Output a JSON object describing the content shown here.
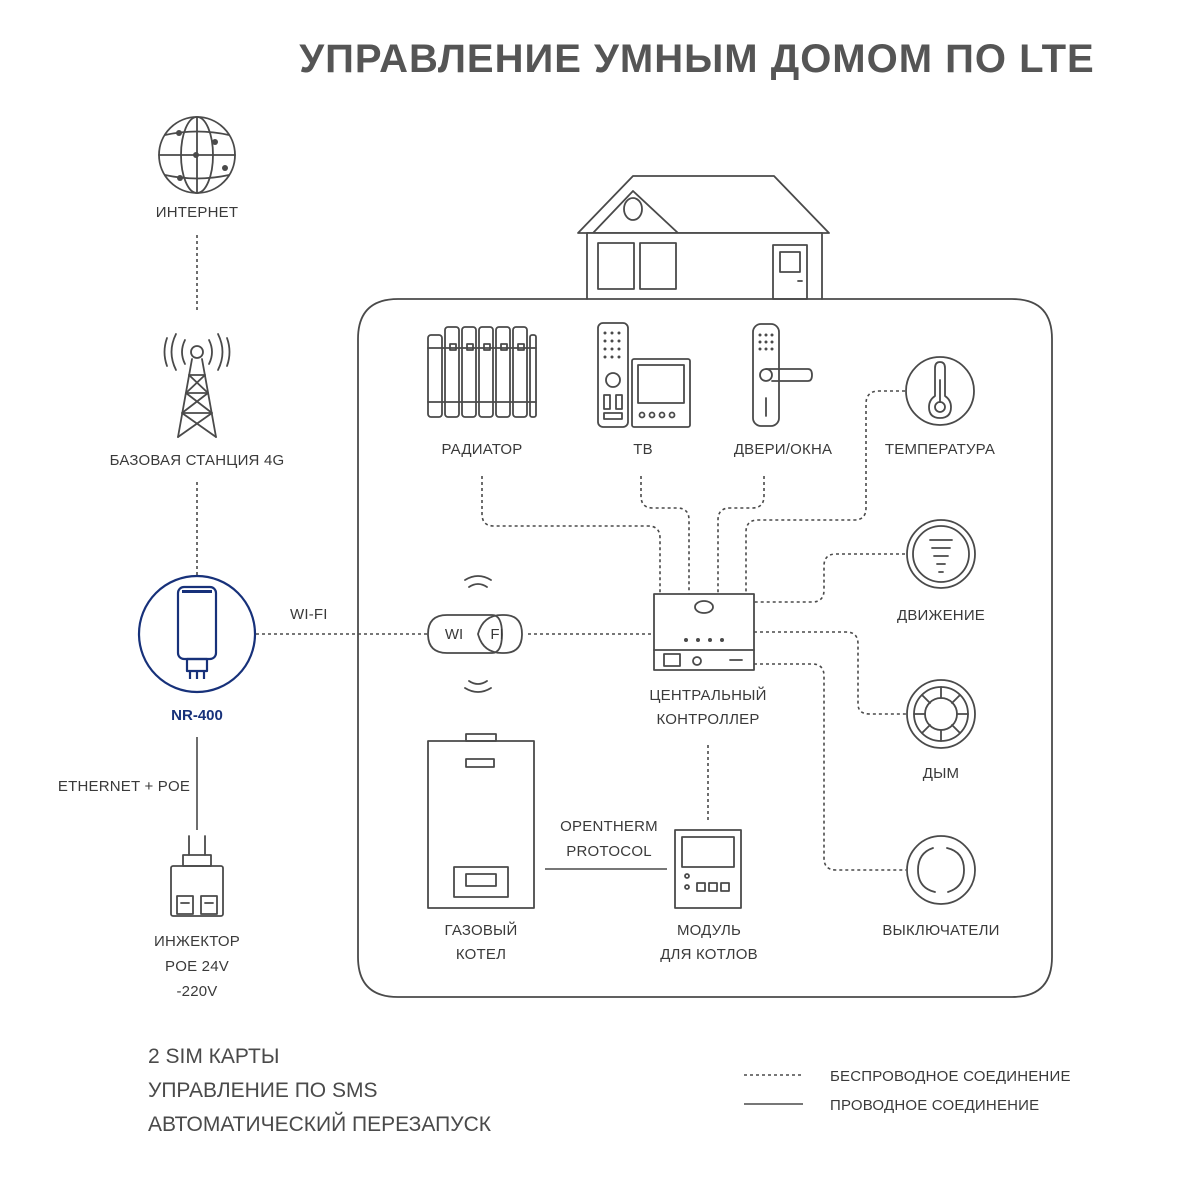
{
  "title": "УПРАВЛЕНИЕ УМНЫМ ДОМОМ ПО LTE",
  "nodes": {
    "internet": "ИНТЕРНЕТ",
    "base_station": "БАЗОВАЯ СТАНЦИЯ 4G",
    "router": "NR-400",
    "ethernet": "ETHERNET + POE",
    "injector": [
      "ИНЖЕКТОР",
      "POE 24V",
      "-220V"
    ],
    "wifi_link": "WI-FI",
    "wifi_left": "WI",
    "wifi_right": "FI",
    "radiator": "РАДИАТОР",
    "tv": "ТВ",
    "doors": "ДВЕРИ/ОКНА",
    "temperature": "ТЕМПЕРАТУРА",
    "motion": "ДВИЖЕНИЕ",
    "smoke": "ДЫМ",
    "switches": "ВЫКЛЮЧАТЕЛИ",
    "controller": [
      "ЦЕНТРАЛЬНЫЙ",
      "КОНТРОЛЛЕР"
    ],
    "boiler": [
      "ГАЗОВЫЙ",
      "КОТЕЛ"
    ],
    "module": [
      "МОДУЛЬ",
      "ДЛЯ КОТЛОВ"
    ],
    "protocol": [
      "OPENTHERM",
      "PROTOCOL"
    ]
  },
  "features": [
    "2 SIM КАРТЫ",
    "УПРАВЛЕНИЕ ПО SMS",
    "АВТОМАТИЧЕСКИЙ ПЕРЕЗАПУСК"
  ],
  "legend": {
    "wireless": "БЕСПРОВОДНОЕ СОЕДИНЕНИЕ",
    "wired": "ПРОВОДНОЕ СОЕДИНЕНИЕ"
  },
  "colors": {
    "accent": "#17317a",
    "line": "#4a4a4a",
    "text": "#3a3a3a"
  }
}
